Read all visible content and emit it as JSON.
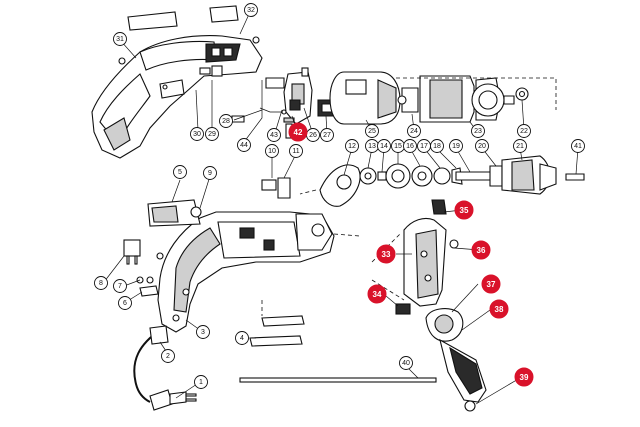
{
  "colors": {
    "highlight": "#d9122a",
    "line": "#111111",
    "background": "#ffffff"
  },
  "callouts": [
    {
      "id": "c1",
      "label": "1"
    },
    {
      "id": "c2",
      "label": "2"
    },
    {
      "id": "c3",
      "label": "3"
    },
    {
      "id": "c4",
      "label": "4"
    },
    {
      "id": "c5",
      "label": "5"
    },
    {
      "id": "c6",
      "label": "6"
    },
    {
      "id": "c7",
      "label": "7"
    },
    {
      "id": "c8",
      "label": "8"
    },
    {
      "id": "c9",
      "label": "9"
    },
    {
      "id": "c10",
      "label": "10"
    },
    {
      "id": "c11",
      "label": "11"
    },
    {
      "id": "c12",
      "label": "12"
    },
    {
      "id": "c13",
      "label": "13"
    },
    {
      "id": "c14",
      "label": "14"
    },
    {
      "id": "c15",
      "label": "15"
    },
    {
      "id": "c16",
      "label": "16"
    },
    {
      "id": "c17",
      "label": "17"
    },
    {
      "id": "c18",
      "label": "18"
    },
    {
      "id": "c19",
      "label": "19"
    },
    {
      "id": "c20",
      "label": "20"
    },
    {
      "id": "c21",
      "label": "21"
    },
    {
      "id": "c22",
      "label": "22"
    },
    {
      "id": "c23",
      "label": "23"
    },
    {
      "id": "c24",
      "label": "24"
    },
    {
      "id": "c25",
      "label": "25"
    },
    {
      "id": "c26",
      "label": "26"
    },
    {
      "id": "c27",
      "label": "27"
    },
    {
      "id": "c28",
      "label": "28"
    },
    {
      "id": "c29",
      "label": "29"
    },
    {
      "id": "c30",
      "label": "30"
    },
    {
      "id": "c31",
      "label": "31"
    },
    {
      "id": "c32",
      "label": "32"
    },
    {
      "id": "c40",
      "label": "40"
    },
    {
      "id": "c41",
      "label": "41"
    },
    {
      "id": "c43",
      "label": "43"
    },
    {
      "id": "c44",
      "label": "44"
    }
  ],
  "highlighted_callouts": [
    {
      "id": "h33",
      "label": "33"
    },
    {
      "id": "h34",
      "label": "34"
    },
    {
      "id": "h35",
      "label": "35"
    },
    {
      "id": "h36",
      "label": "36"
    },
    {
      "id": "h37",
      "label": "37"
    },
    {
      "id": "h38",
      "label": "38"
    },
    {
      "id": "h39",
      "label": "39"
    },
    {
      "id": "h42",
      "label": "42"
    }
  ]
}
